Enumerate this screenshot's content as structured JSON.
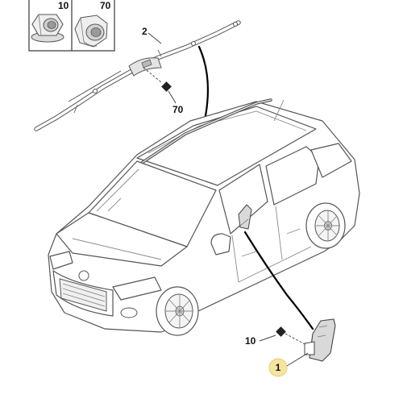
{
  "parts_box": {
    "items": [
      {
        "number": "10",
        "icon": "hex-nut-flanged-icon"
      },
      {
        "number": "70",
        "icon": "hex-nut-icon"
      }
    ]
  },
  "callouts": {
    "airbag_curtain": "2",
    "curtain_fastener": "70",
    "side_airbag_fastener": "10",
    "side_airbag": "1"
  },
  "colors": {
    "line": "#555555",
    "part_highlight": "#d9d9d9",
    "badge_fill": "#f5e3a0",
    "leader": "#000000"
  }
}
